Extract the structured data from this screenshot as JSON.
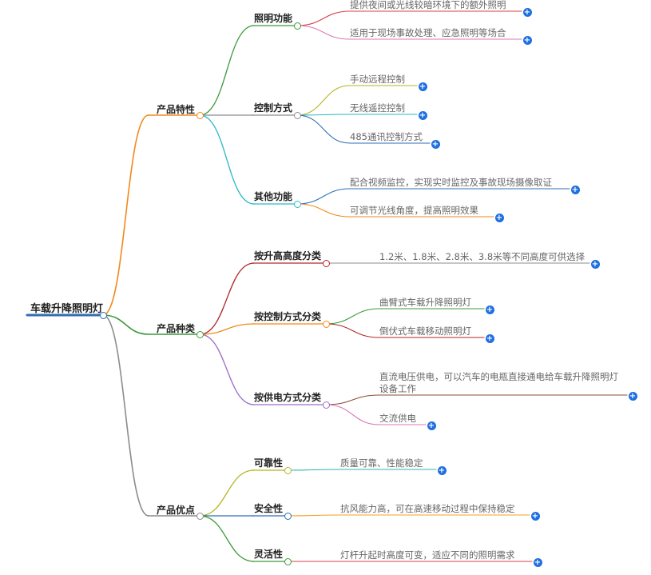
{
  "root": {
    "label": "车载升降照明灯",
    "color": "#2f6fb5"
  },
  "branches": [
    {
      "label": "产品特性",
      "color": "#f08a1c",
      "children": [
        {
          "label": "照明功能",
          "color": "#3a9a3a",
          "leaves": [
            {
              "text": "提供夜间或光线较暗环境下的额外照明",
              "color": "#d9404b"
            },
            {
              "text": "适用于现场事故处理、应急照明等场合",
              "color": "#d97ab8"
            }
          ]
        },
        {
          "label": "控制方式",
          "color": "#8c8c8c",
          "leaves": [
            {
              "text": "手动远程控制",
              "color": "#b5b51f"
            },
            {
              "text": "无线遥控控制",
              "color": "#2cb8c8"
            },
            {
              "text": "485通讯控制方式",
              "color": "#2f6fb5"
            }
          ]
        },
        {
          "label": "其他功能",
          "color": "#2cb8c8",
          "leaves": [
            {
              "text": "配合视频监控，实现实时监控及事故现场摄像取证",
              "color": "#2f6fb5"
            },
            {
              "text": "可调节光线角度，提高照明效果",
              "color": "#f08a1c"
            }
          ]
        }
      ]
    },
    {
      "label": "产品种类",
      "color": "#3a9a3a",
      "children": [
        {
          "label": "按升高高度分类",
          "color": "#b02b2b",
          "leaves": [
            {
              "text": "1.2米、1.8米、2.8米、3.8米等不同高度可供选择",
              "color": "#8c8c8c"
            }
          ]
        },
        {
          "label": "按控制方式分类",
          "color": "#f08a1c",
          "leaves": [
            {
              "text": "曲臂式车载升降照明灯",
              "color": "#3a9a3a"
            },
            {
              "text": "倒伏式车载移动照明灯",
              "color": "#b02b2b"
            }
          ]
        },
        {
          "label": "按供电方式分类",
          "color": "#9b6fc8",
          "leaves": [
            {
              "text": "直流电压供电，可以汽车的电瓶直接通电给车载升降照明灯设备工作",
              "color": "#8b4a3a"
            },
            {
              "text": "交流供电",
              "color": "#d97ab8"
            }
          ]
        }
      ]
    },
    {
      "label": "产品优点",
      "color": "#8c8c8c",
      "children": [
        {
          "label": "可靠性",
          "color": "#b5b51f",
          "leaves": [
            {
              "text": "质量可靠、性能稳定",
              "color": "#2cb8a8"
            }
          ]
        },
        {
          "label": "安全性",
          "color": "#2f6fb5",
          "leaves": [
            {
              "text": "抗风能力高，可在高速移动过程中保持稳定",
              "color": "#f0a01c"
            }
          ]
        },
        {
          "label": "灵活性",
          "color": "#3a9a3a",
          "leaves": [
            {
              "text": "灯杆升起时高度可变，适应不同的照明需求",
              "color": "#d9404b"
            }
          ]
        }
      ]
    }
  ],
  "icons": {
    "expand": "plus-circle-icon",
    "expand_glyph": "+"
  }
}
